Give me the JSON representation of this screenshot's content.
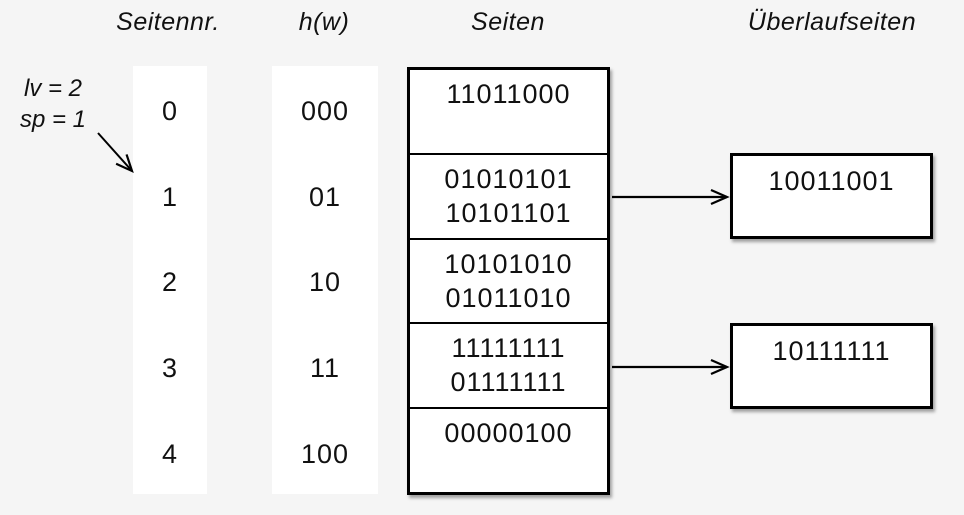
{
  "headers": {
    "seitennr": "Seitennr.",
    "hw": "h(w)",
    "seiten": "Seiten",
    "ueberlaufseiten": "Überlaufseiten"
  },
  "annotation": {
    "lv": "lv = 2",
    "sp": "sp = 1"
  },
  "pages": {
    "numbers": [
      "0",
      "1",
      "2",
      "3",
      "4"
    ],
    "hashes": [
      "000",
      "01",
      "10",
      "11",
      "100"
    ]
  },
  "buckets": [
    [
      "11011000"
    ],
    [
      "01010101",
      "10101101"
    ],
    [
      "10101010",
      "01011010"
    ],
    [
      "11111111",
      "01111111"
    ],
    [
      "00000100"
    ]
  ],
  "overflow": [
    "10011001",
    "10111111"
  ],
  "colors": {
    "background": "#f5f5f5",
    "box_fill": "#ffffff",
    "line": "#000000",
    "text": "#111111"
  }
}
